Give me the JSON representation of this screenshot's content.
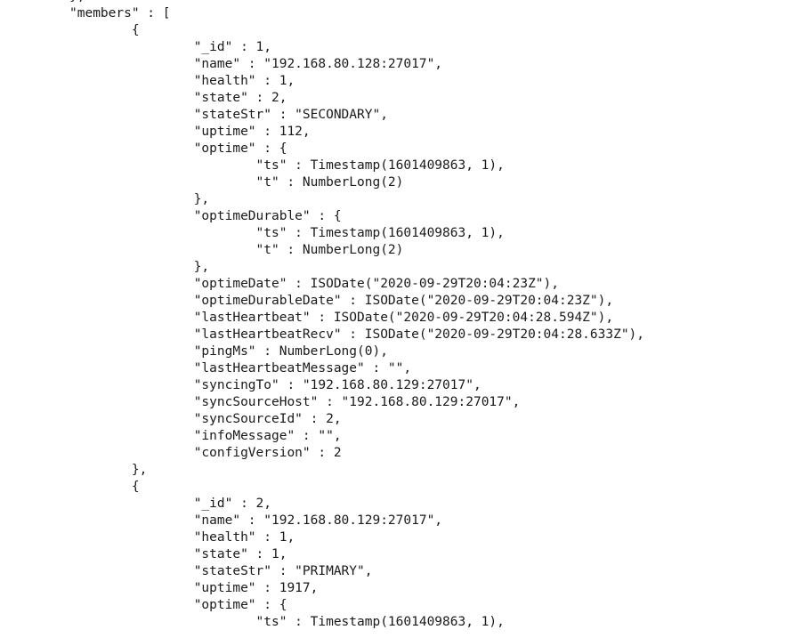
{
  "terminal": {
    "lines": [
      "},",
      "\"members\" : [",
      "\t{",
      "\t\t\"_id\" : 1,",
      "\t\t\"name\" : \"192.168.80.128:27017\",",
      "\t\t\"health\" : 1,",
      "\t\t\"state\" : 2,",
      "\t\t\"stateStr\" : \"SECONDARY\",",
      "\t\t\"uptime\" : 112,",
      "\t\t\"optime\" : {",
      "\t\t\t\"ts\" : Timestamp(1601409863, 1),",
      "\t\t\t\"t\" : NumberLong(2)",
      "\t\t},",
      "\t\t\"optimeDurable\" : {",
      "\t\t\t\"ts\" : Timestamp(1601409863, 1),",
      "\t\t\t\"t\" : NumberLong(2)",
      "\t\t},",
      "\t\t\"optimeDate\" : ISODate(\"2020-09-29T20:04:23Z\"),",
      "\t\t\"optimeDurableDate\" : ISODate(\"2020-09-29T20:04:23Z\"),",
      "\t\t\"lastHeartbeat\" : ISODate(\"2020-09-29T20:04:28.594Z\"),",
      "\t\t\"lastHeartbeatRecv\" : ISODate(\"2020-09-29T20:04:28.633Z\"),",
      "\t\t\"pingMs\" : NumberLong(0),",
      "\t\t\"lastHeartbeatMessage\" : \"\",",
      "\t\t\"syncingTo\" : \"192.168.80.129:27017\",",
      "\t\t\"syncSourceHost\" : \"192.168.80.129:27017\",",
      "\t\t\"syncSourceId\" : 2,",
      "\t\t\"infoMessage\" : \"\",",
      "\t\t\"configVersion\" : 2",
      "\t},",
      "\t{",
      "\t\t\"_id\" : 2,",
      "\t\t\"name\" : \"192.168.80.129:27017\",",
      "\t\t\"health\" : 1,",
      "\t\t\"state\" : 1,",
      "\t\t\"stateStr\" : \"PRIMARY\",",
      "\t\t\"uptime\" : 1917,",
      "\t\t\"optime\" : {",
      "\t\t\t\"ts\" : Timestamp(1601409863, 1),"
    ]
  }
}
